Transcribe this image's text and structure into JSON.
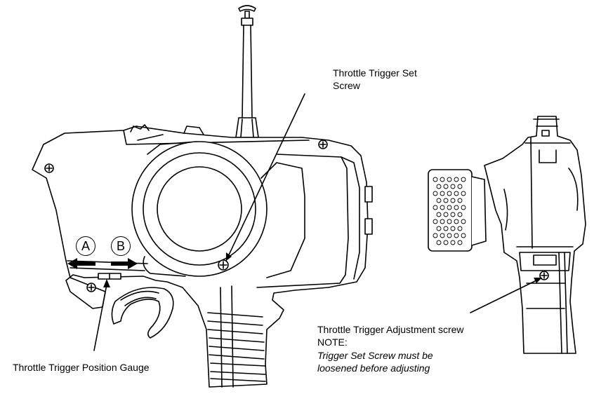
{
  "labels": {
    "set_screw_line1": "Throttle Trigger Set",
    "set_screw_line2": "Screw",
    "position_gauge": "Throttle Trigger Position Gauge",
    "adjust_screw": "Throttle Trigger Adjustment screw",
    "note_heading": "NOTE:",
    "note_line1": "Trigger Set Screw must be",
    "note_line2": "loosened before adjusting"
  },
  "direction_markers": {
    "a": "A",
    "b": "B"
  },
  "icons": {
    "screw": "cross-screw-icon",
    "arrow_left": "arrow-left-icon",
    "arrow_right": "arrow-right-icon"
  },
  "colors": {
    "line": "#000000",
    "background": "#ffffff"
  }
}
